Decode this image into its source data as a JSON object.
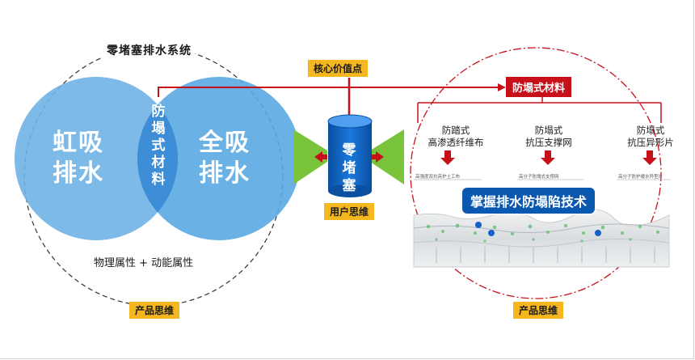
{
  "left_section": {
    "title": "零堵塞排水系统",
    "siphon_text": "虹吸排水",
    "full_suction_text": "全吸排水",
    "overlap_text": "防塌式材料",
    "properties_text": "物理属性 + 动能属性",
    "footer_tag": "产品思维"
  },
  "center_section": {
    "core_tag": "核心价值点",
    "plug_text": "零堵塞",
    "user_tag": "用户思维"
  },
  "right_section": {
    "material_box": "防塌式材料",
    "items": [
      {
        "label": "防踏式\n高渗透纤维布",
        "caption": "高强度双抗亮护土工布"
      },
      {
        "label": "防塌式\n抗压支撑网",
        "caption": "高分子防塌式支撑网"
      },
      {
        "label": "防塌式\n抗压异形片",
        "caption": "高分子防护缓水异型片"
      }
    ],
    "tech_banner": "掌握排水防塌陷技术",
    "footer_tag": "产品思维"
  },
  "colors": {
    "circle_left": "#6fb3e6",
    "circle_right": "#5aaae3",
    "overlap": "#3d8ed6",
    "tag_yellow": "#f5b720",
    "accent_red": "#c8101b",
    "cylinder_blue": "#0d62c2",
    "triangle_green": "#79c43b",
    "tech_banner_blue": "#0b58b0"
  }
}
